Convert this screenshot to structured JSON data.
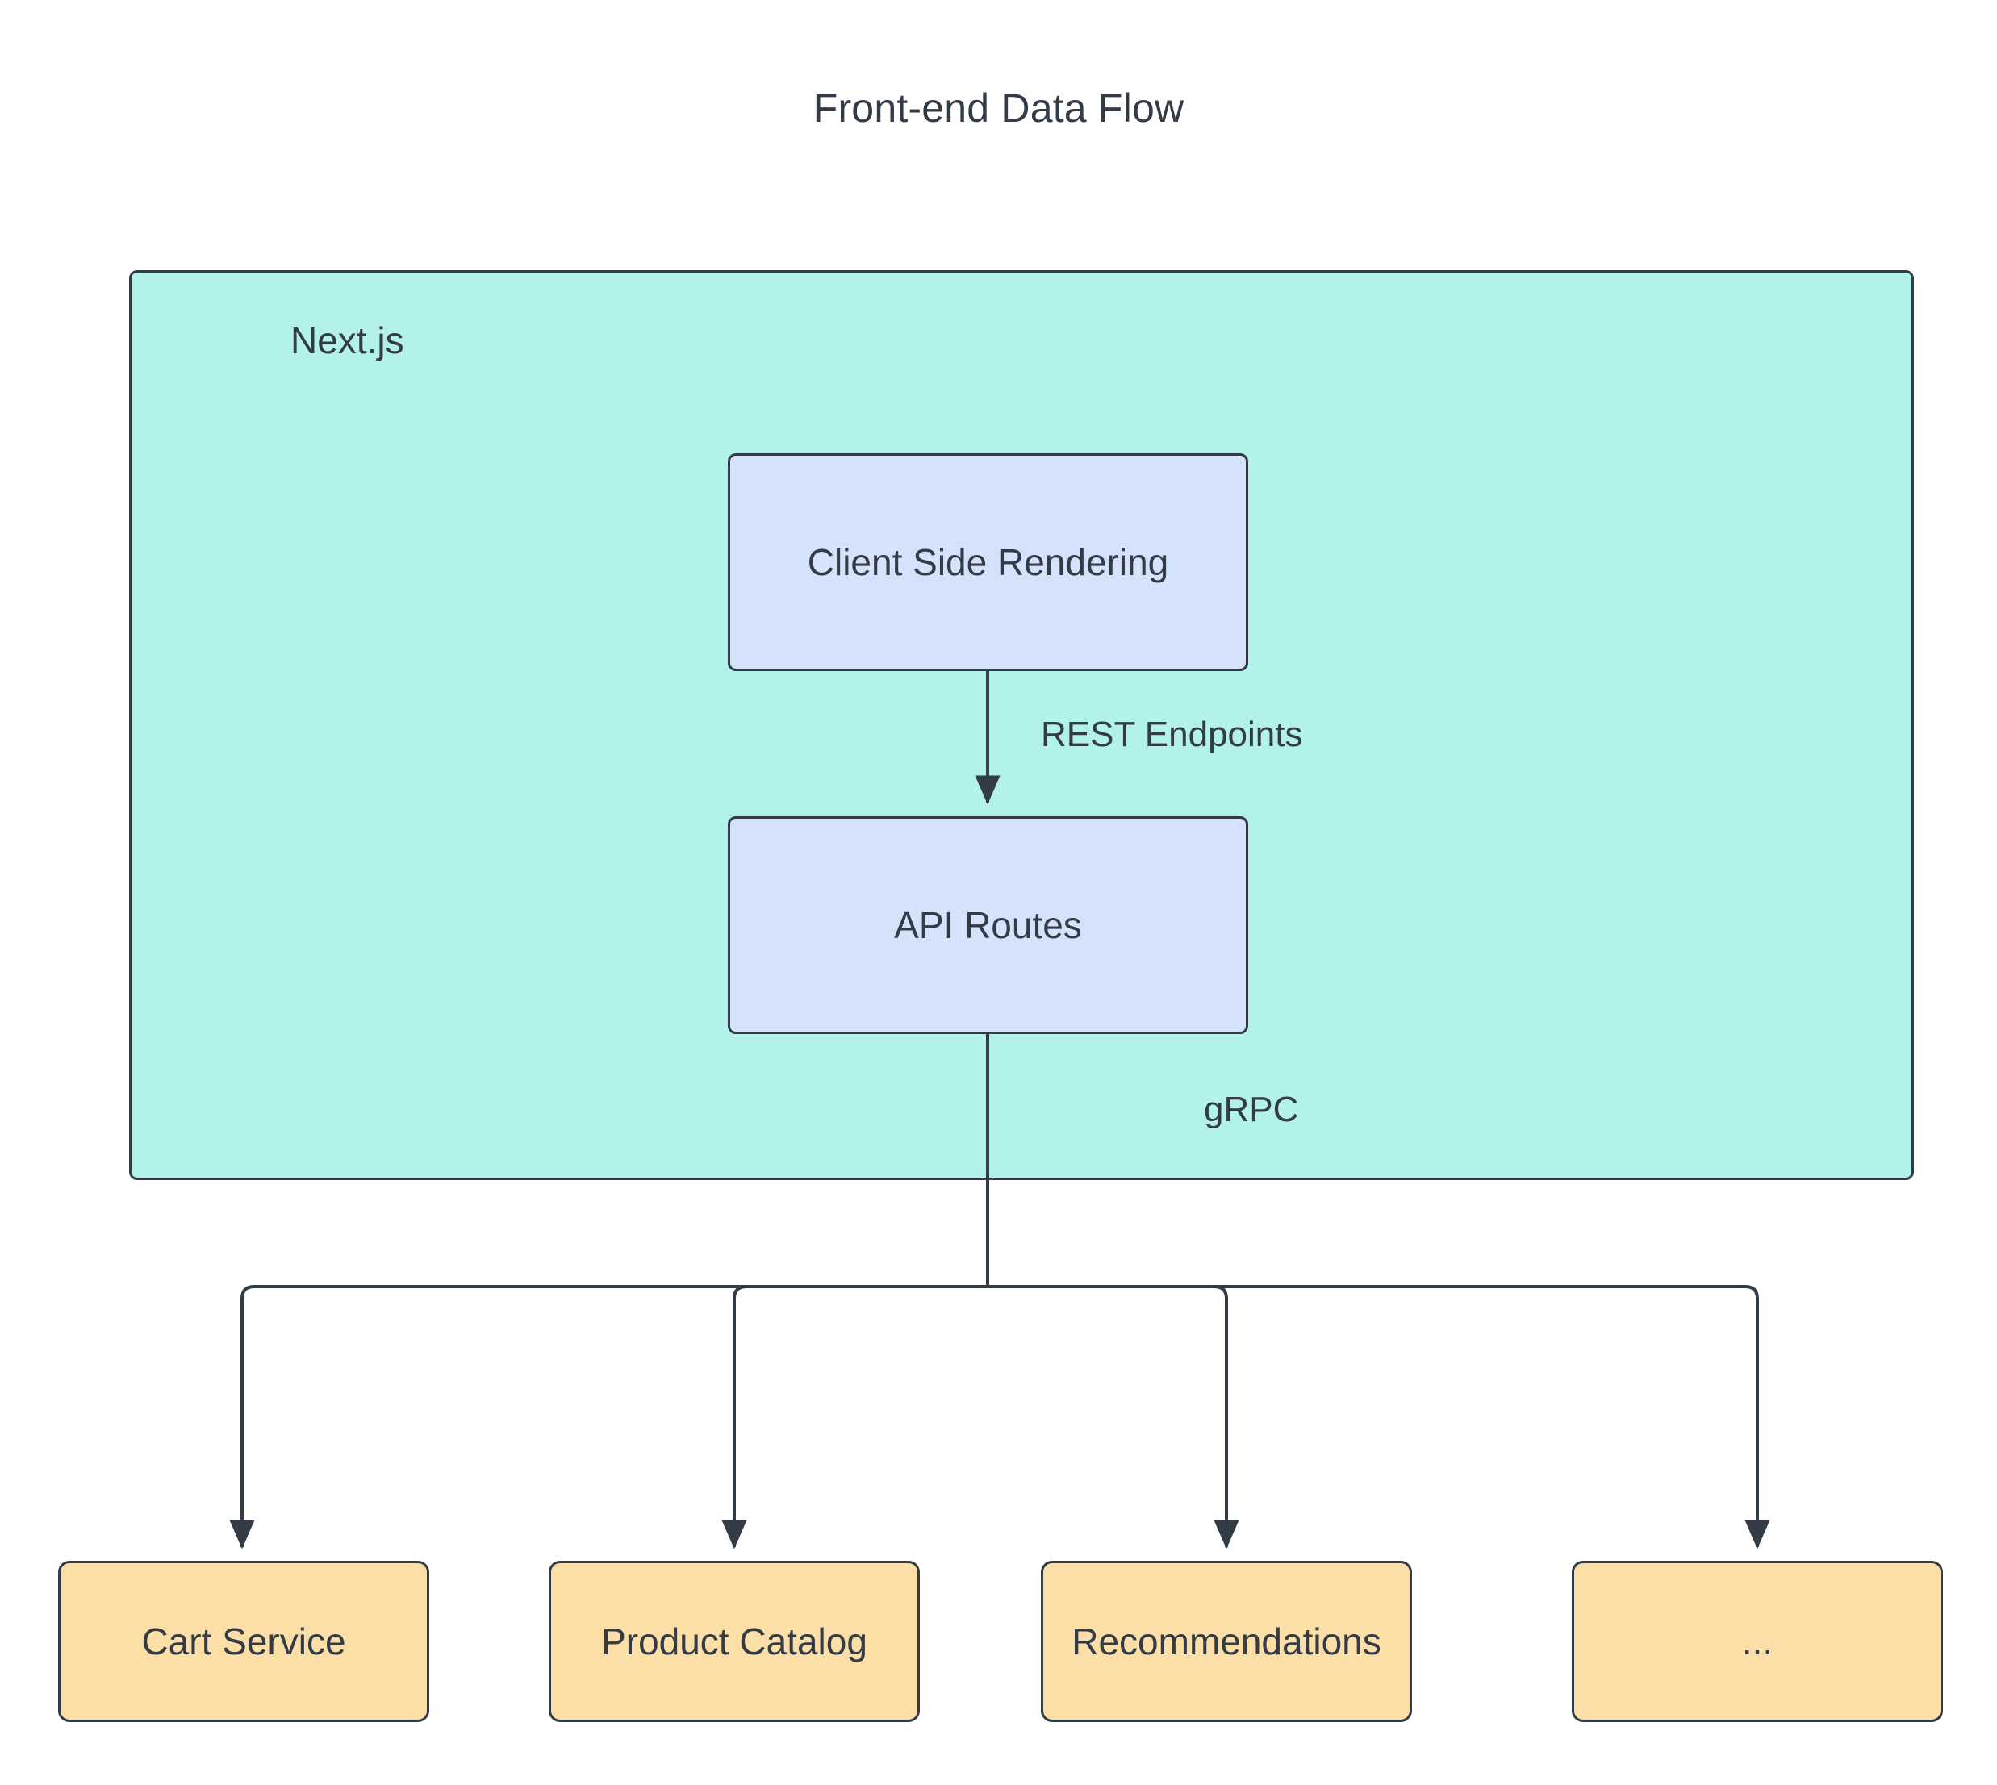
{
  "diagram": {
    "title": "Front-end Data Flow",
    "type": "flowchart",
    "direction": "top-down",
    "colors": {
      "background": "#ffffff",
      "subgraph_fill": "#b2f2ea",
      "process_fill": "#d4e3fb",
      "service_fill": "#fbdfa6",
      "stroke": "#333b47",
      "text": "#333b47"
    },
    "subgraph": {
      "label": "Next.js",
      "nodes": [
        {
          "id": "csr",
          "label": "Client Side Rendering",
          "shape": "rounded-rect",
          "fill": "#d4e3fb"
        },
        {
          "id": "api",
          "label": "API Routes",
          "shape": "rounded-rect",
          "fill": "#d4e3fb"
        }
      ]
    },
    "services": [
      {
        "id": "cart",
        "label": "Cart Service",
        "shape": "rounded-rect",
        "fill": "#fbdfa6"
      },
      {
        "id": "catalog",
        "label": "Product Catalog",
        "shape": "rounded-rect",
        "fill": "#fbdfa6"
      },
      {
        "id": "recs",
        "label": "Recommendations",
        "shape": "rounded-rect",
        "fill": "#fbdfa6"
      },
      {
        "id": "more",
        "label": "...",
        "shape": "rounded-rect",
        "fill": "#fbdfa6"
      }
    ],
    "edges": [
      {
        "from": "csr",
        "to": "api",
        "label": "REST Endpoints",
        "arrow": "single"
      },
      {
        "from": "api",
        "to": "cart",
        "label": "gRPC",
        "arrow": "single"
      },
      {
        "from": "api",
        "to": "catalog",
        "label": "",
        "arrow": "single"
      },
      {
        "from": "api",
        "to": "recs",
        "label": "",
        "arrow": "single"
      },
      {
        "from": "api",
        "to": "more",
        "label": "",
        "arrow": "single"
      }
    ],
    "edge_labels": {
      "rest": "REST Endpoints",
      "grpc": "gRPC"
    }
  }
}
